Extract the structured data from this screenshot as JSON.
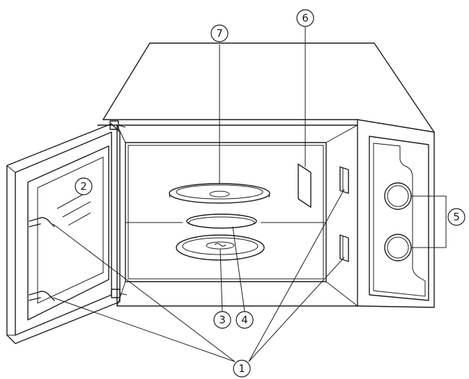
{
  "callouts": {
    "door_safety_lock": "1",
    "oven_window": "2",
    "shaft": "3",
    "roller_ring": "4",
    "control_panel": "5",
    "wave_guide": "6",
    "glass_tray": "7"
  }
}
